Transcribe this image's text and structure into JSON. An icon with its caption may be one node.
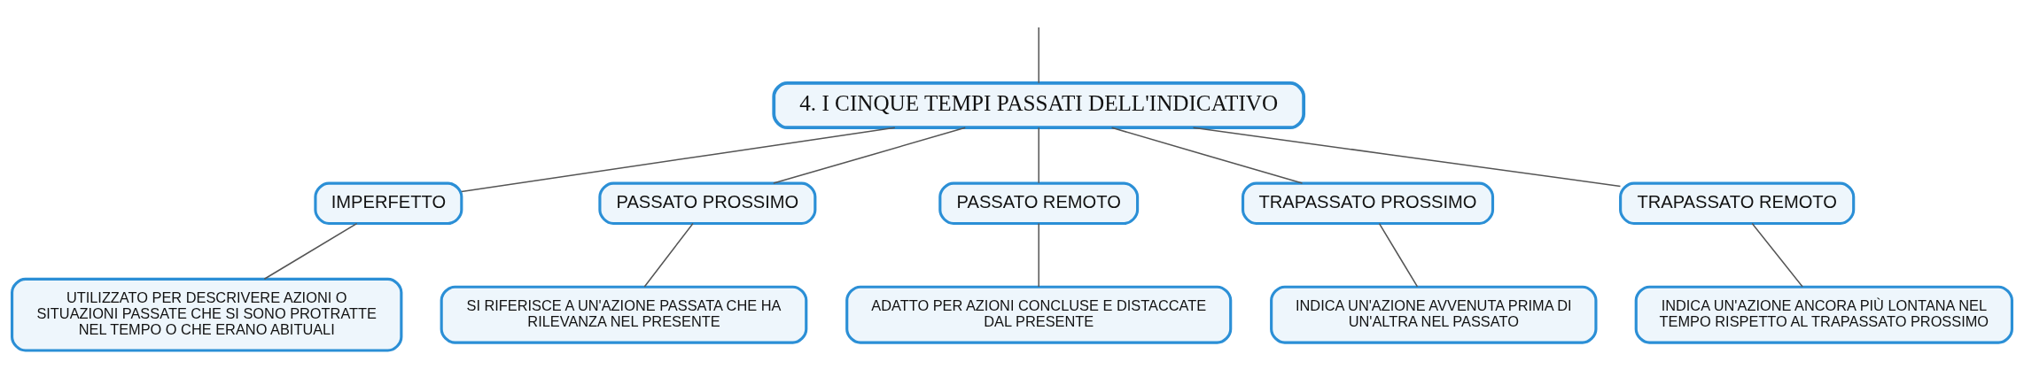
{
  "diagram": {
    "nodes": [
      {
        "text": [
          "4. I CINQUE TEMPI PASSATI DELL'INDICATIVO"
        ]
      },
      {
        "text": [
          "IMPERFETTO"
        ]
      },
      {
        "text": [
          "PASSATO PROSSIMO"
        ]
      },
      {
        "text": [
          "PASSATO REMOTO"
        ]
      },
      {
        "text": [
          "TRAPASSATO PROSSIMO"
        ]
      },
      {
        "text": [
          "TRAPASSATO REMOTO"
        ]
      },
      {
        "text": [
          "UTILIZZATO PER DESCRIVERE AZIONI O SITUAZIONI PASSATE CHE SI SONO PROTRATTE NEL TEMPO O CHE ERANO ABITUALI"
        ]
      },
      {
        "text": [
          "SI RIFERISCE A UN'AZIONE PASSATA CHE HA RILEVANZA NEL PRESENTE"
        ]
      },
      {
        "text": [
          "ADATTO PER AZIONI CONCLUSE E DISTACCATE DAL PRESENTE"
        ]
      },
      {
        "text": [
          "INDICA UN'AZIONE AVVENUTA PRIMA DI UN'ALTRA NEL PASSATO"
        ]
      },
      {
        "text": [
          "INDICA UN'AZIONE ANCORA PIÙ LONTANA NEL TEMPO RISPETTO AL TRAPASSATO PROSSIMO"
        ]
      }
    ],
    "edges": [
      {
        "from": null,
        "to": 0,
        "arrow": "none"
      },
      {
        "from": 0,
        "to": 1,
        "arrow": "none"
      },
      {
        "from": 0,
        "to": 2,
        "arrow": "none"
      },
      {
        "from": 0,
        "to": 3,
        "arrow": "none"
      },
      {
        "from": 0,
        "to": 4,
        "arrow": "none"
      },
      {
        "from": 0,
        "to": 5,
        "arrow": "none"
      },
      {
        "from": 1,
        "to": 6,
        "arrow": "none"
      },
      {
        "from": 2,
        "to": 7,
        "arrow": "none"
      },
      {
        "from": 3,
        "to": 8,
        "arrow": "none"
      },
      {
        "from": 4,
        "to": 9,
        "arrow": "none"
      },
      {
        "from": 5,
        "to": 10,
        "arrow": "none"
      }
    ]
  }
}
